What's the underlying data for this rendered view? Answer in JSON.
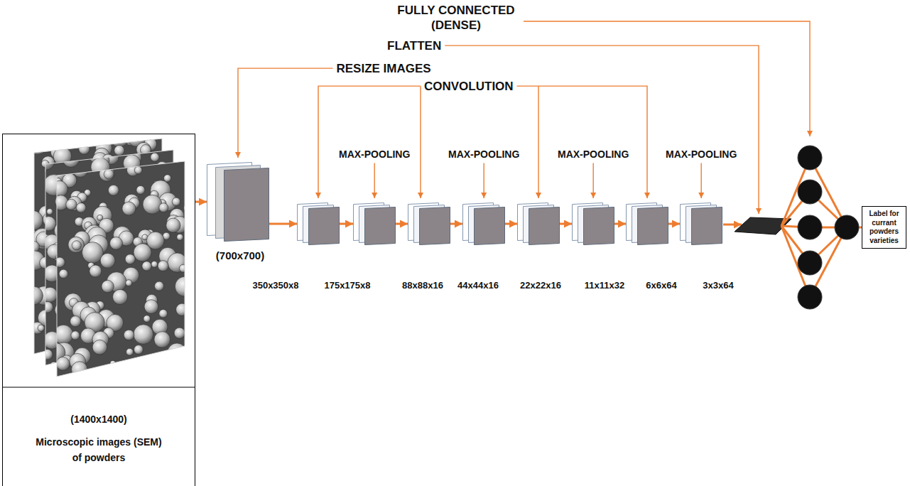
{
  "diagram": {
    "nodes": [
      {
        "text": [
          "(1400x1400)",
          "Microscopic images (SEM) of powders"
        ]
      },
      {
        "text": [
          "(700x700)"
        ]
      },
      {
        "text": [
          "350x350x8"
        ]
      },
      {
        "text": [
          "175x175x8"
        ]
      },
      {
        "text": [
          "88x88x16"
        ]
      },
      {
        "text": [
          "44x44x16"
        ]
      },
      {
        "text": [
          "22x22x16"
        ]
      },
      {
        "text": [
          "11x11x32"
        ]
      },
      {
        "text": [
          "6x6x64"
        ]
      },
      {
        "text": [
          "3x3x64"
        ]
      },
      {
        "text": [
          "Label for currant powders varieties"
        ]
      }
    ],
    "edges": [
      {
        "from": 0,
        "to": 1,
        "arrow": "to"
      },
      {
        "from": 1,
        "to": 2,
        "arrow": "to"
      },
      {
        "from": 2,
        "to": 3,
        "arrow": "to"
      },
      {
        "from": 3,
        "to": 4,
        "arrow": "to"
      },
      {
        "from": 4,
        "to": 5,
        "arrow": "to"
      },
      {
        "from": 5,
        "to": 6,
        "arrow": "to"
      },
      {
        "from": 6,
        "to": 7,
        "arrow": "to"
      },
      {
        "from": 7,
        "to": 8,
        "arrow": "to"
      },
      {
        "from": 8,
        "to": 9,
        "arrow": "to"
      }
    ],
    "labels": [
      "FULLY CONNECTED (DENSE)",
      "FLATTEN",
      "RESIZE IMAGES",
      "CONVOLUTION",
      "MAX-POOLING",
      "MAX-POOLING",
      "MAX-POOLING",
      "MAX-POOLING"
    ]
  }
}
